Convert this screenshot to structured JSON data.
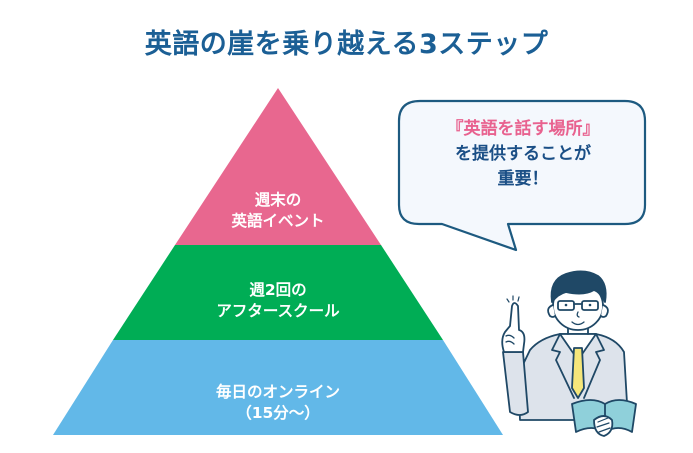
{
  "title": "英語の崖を乗り越える3ステップ",
  "pyramid": {
    "tiers": [
      {
        "level": "top",
        "lines": [
          "週末の",
          "英語イベント"
        ],
        "color": "#e8678f"
      },
      {
        "level": "middle",
        "lines": [
          "週2回の",
          "アフタースクール"
        ],
        "color": "#00ad55"
      },
      {
        "level": "bottom",
        "lines": [
          "毎日のオンライン",
          "（15分～）"
        ],
        "color": "#62b8e8"
      }
    ]
  },
  "speech_bubble": {
    "highlight": "『英語を話す場所』",
    "line2": "を提供することが",
    "line3": "重要！",
    "border_color": "#1d5a80",
    "fill_color": "#f4f8fd",
    "highlight_color": "#e8628f",
    "text_color": "#1b4f86"
  },
  "illustration": {
    "subject": "teacher-pointing-finger-holding-book",
    "suit_color": "#dde3eb",
    "tie_color": "#f5e67a",
    "book_color": "#8fd0da",
    "line_color": "#1f4866"
  }
}
